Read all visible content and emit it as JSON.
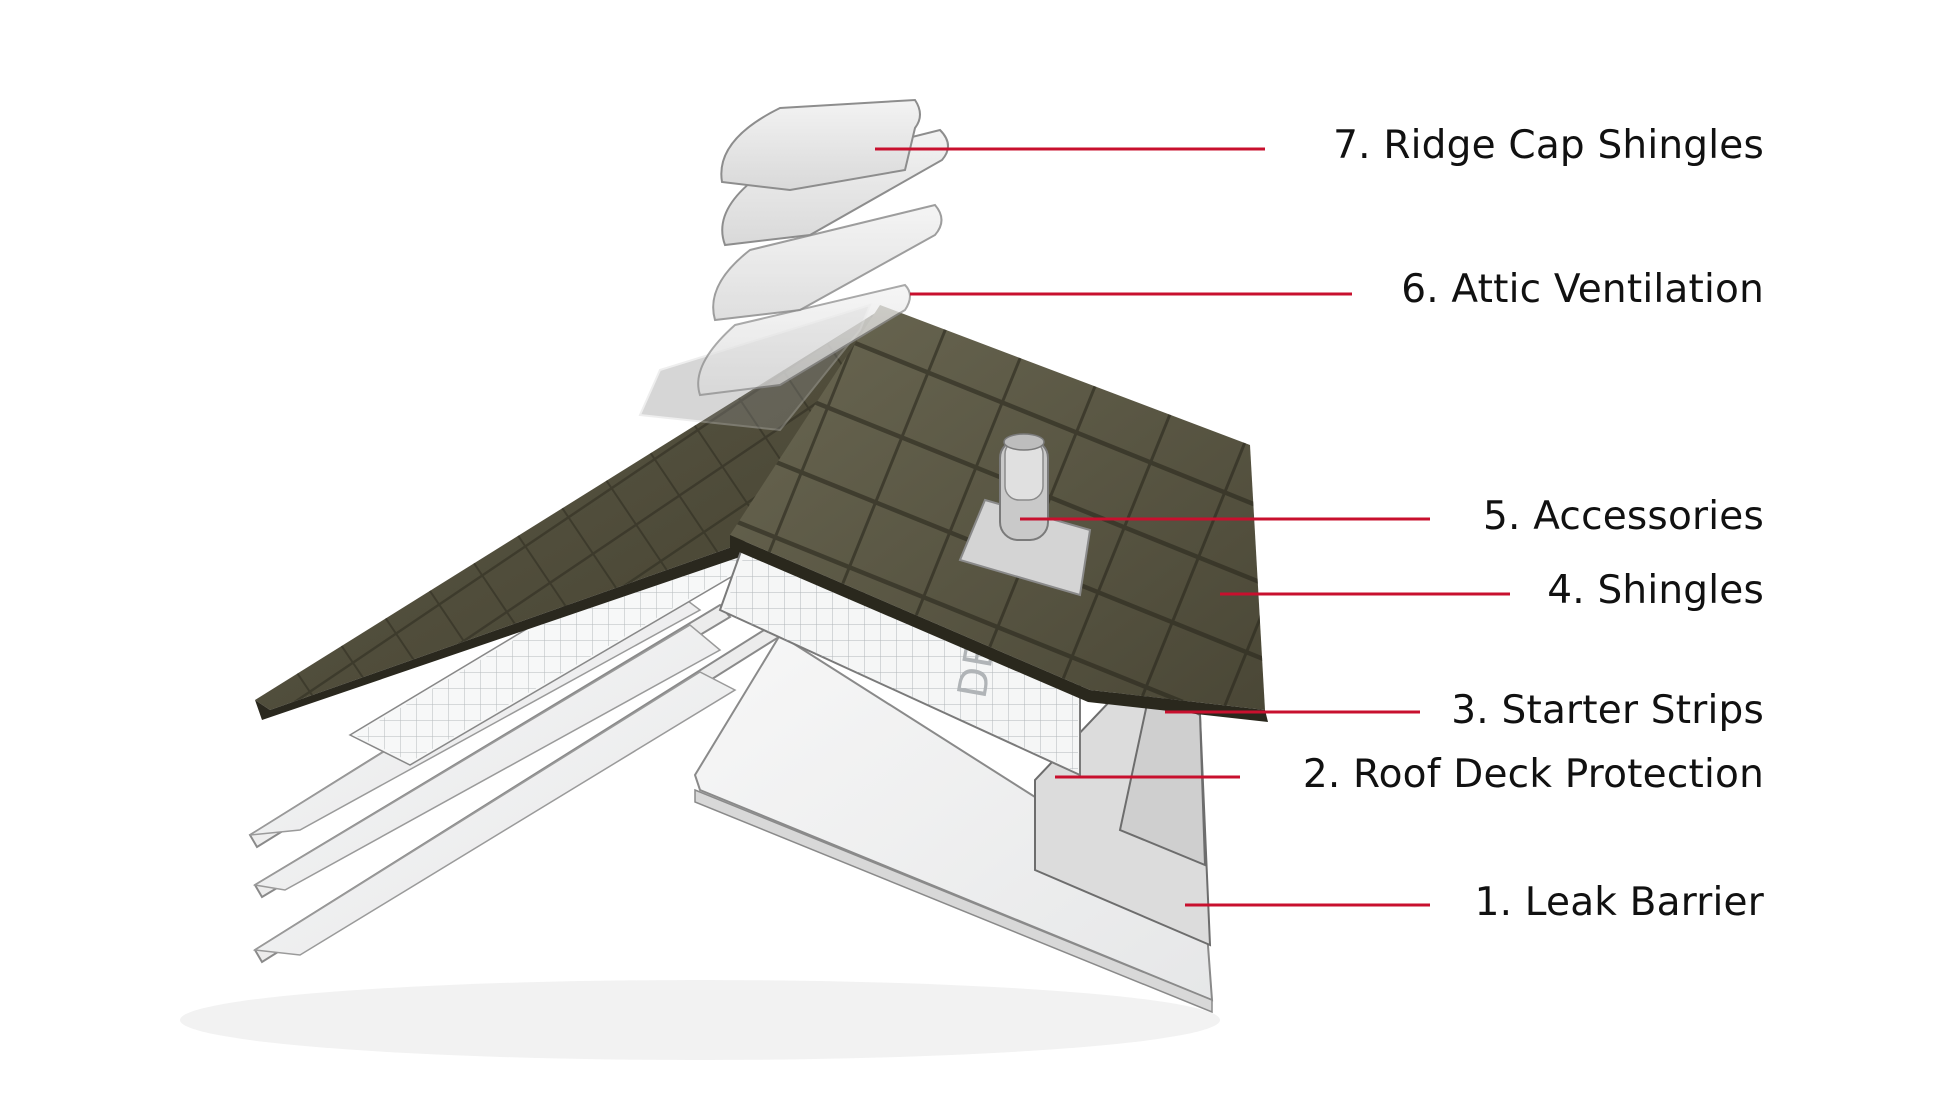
{
  "colors": {
    "leader_line": "#c8102e",
    "label_text": "#111111",
    "shingle_dark": "#4e4b3c",
    "shingle_light": "#716d57",
    "panel_light": "#f1f2f2",
    "panel_edge": "#7a7a7a"
  },
  "labels": [
    {
      "id": "ridge-cap-shingles",
      "text": "7. Ridge Cap Shingles"
    },
    {
      "id": "attic-ventilation",
      "text": "6. Attic Ventilation"
    },
    {
      "id": "accessories",
      "text": "5. Accessories"
    },
    {
      "id": "shingles",
      "text": "4. Shingles"
    },
    {
      "id": "starter-strips",
      "text": "3. Starter Strips"
    },
    {
      "id": "roof-deck-protection",
      "text": "2. Roof Deck Protection"
    },
    {
      "id": "leak-barrier",
      "text": "1. Leak Barrier"
    }
  ],
  "underlayment_marking": "DECK"
}
